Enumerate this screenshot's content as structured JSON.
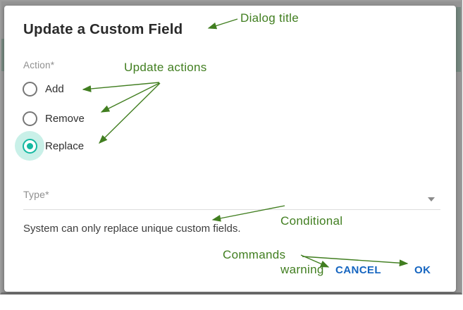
{
  "dialog": {
    "title": "Update a Custom Field",
    "action": {
      "label": "Action*",
      "options": [
        {
          "label": "Add",
          "selected": false
        },
        {
          "label": "Remove",
          "selected": false
        },
        {
          "label": "Replace",
          "selected": true
        }
      ]
    },
    "type_field": {
      "label": "Type*"
    },
    "warning": "System can only replace unique custom fields.",
    "buttons": {
      "cancel": "CANCEL",
      "ok": "OK"
    }
  },
  "annotations": {
    "dialog_title": "Dialog title",
    "update_actions": "Update actions",
    "conditional_line1": "Conditional",
    "conditional_line2": "warning",
    "commands": "Commands"
  },
  "colors": {
    "annotation_green": "#417e20",
    "selected_teal": "#14b8a1",
    "selected_halo": "#c9f0e8",
    "button_blue": "#1565c0"
  }
}
